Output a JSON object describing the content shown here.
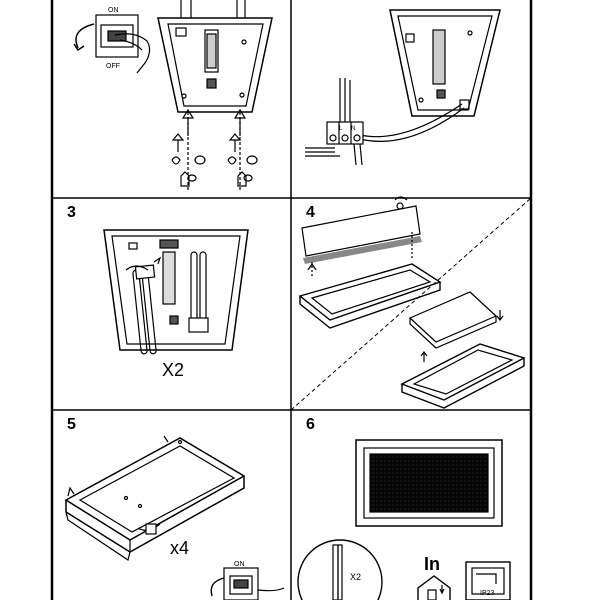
{
  "steps": [
    {
      "number": ""
    },
    {
      "number": ""
    },
    {
      "number": "3",
      "quantity_label": "X2"
    },
    {
      "number": "4"
    },
    {
      "number": "5",
      "quantity_label": "x4"
    },
    {
      "number": "6",
      "quantity_label": "X2",
      "indoor_label": "In",
      "ip_label": "IP23"
    }
  ],
  "switch": {
    "on_label": "ON",
    "off_label": "OFF"
  },
  "terminal_labels": [
    "L",
    "N"
  ]
}
